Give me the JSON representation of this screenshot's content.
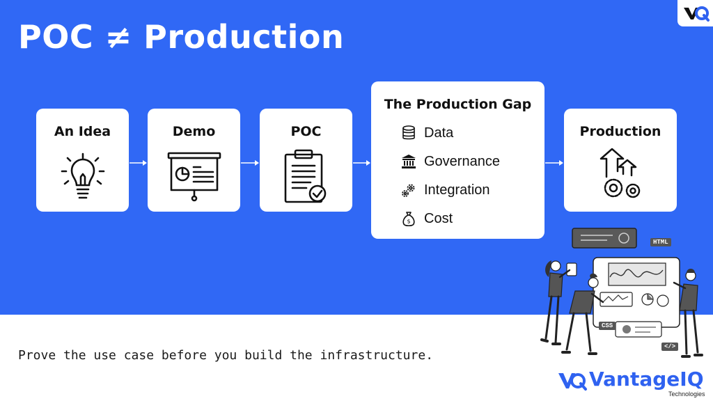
{
  "slide": {
    "title": "POC ≠ Production",
    "tagline": "Prove the use case before you build the infrastructure."
  },
  "stages": [
    {
      "label": "An Idea",
      "icon": "lightbulb-icon"
    },
    {
      "label": "Demo",
      "icon": "presentation-board-icon"
    },
    {
      "label": "POC",
      "icon": "checklist-clipboard-icon"
    }
  ],
  "gap": {
    "title": "The Production Gap",
    "items": [
      {
        "label": "Data",
        "icon": "database-icon"
      },
      {
        "label": "Governance",
        "icon": "government-building-icon"
      },
      {
        "label": "Integration",
        "icon": "gears-icon"
      },
      {
        "label": "Cost",
        "icon": "money-bag-icon"
      }
    ]
  },
  "production": {
    "label": "Production",
    "icon": "growth-gears-icon"
  },
  "illustration": {
    "tag_html": "HTML",
    "tag_css": "CSS",
    "tag_code": "</>"
  },
  "brand": {
    "name": "VantageIQ",
    "subtitle": "Technologies"
  },
  "colors": {
    "accent": "#3068f5",
    "brand": "#2f62f0",
    "card": "#ffffff"
  }
}
